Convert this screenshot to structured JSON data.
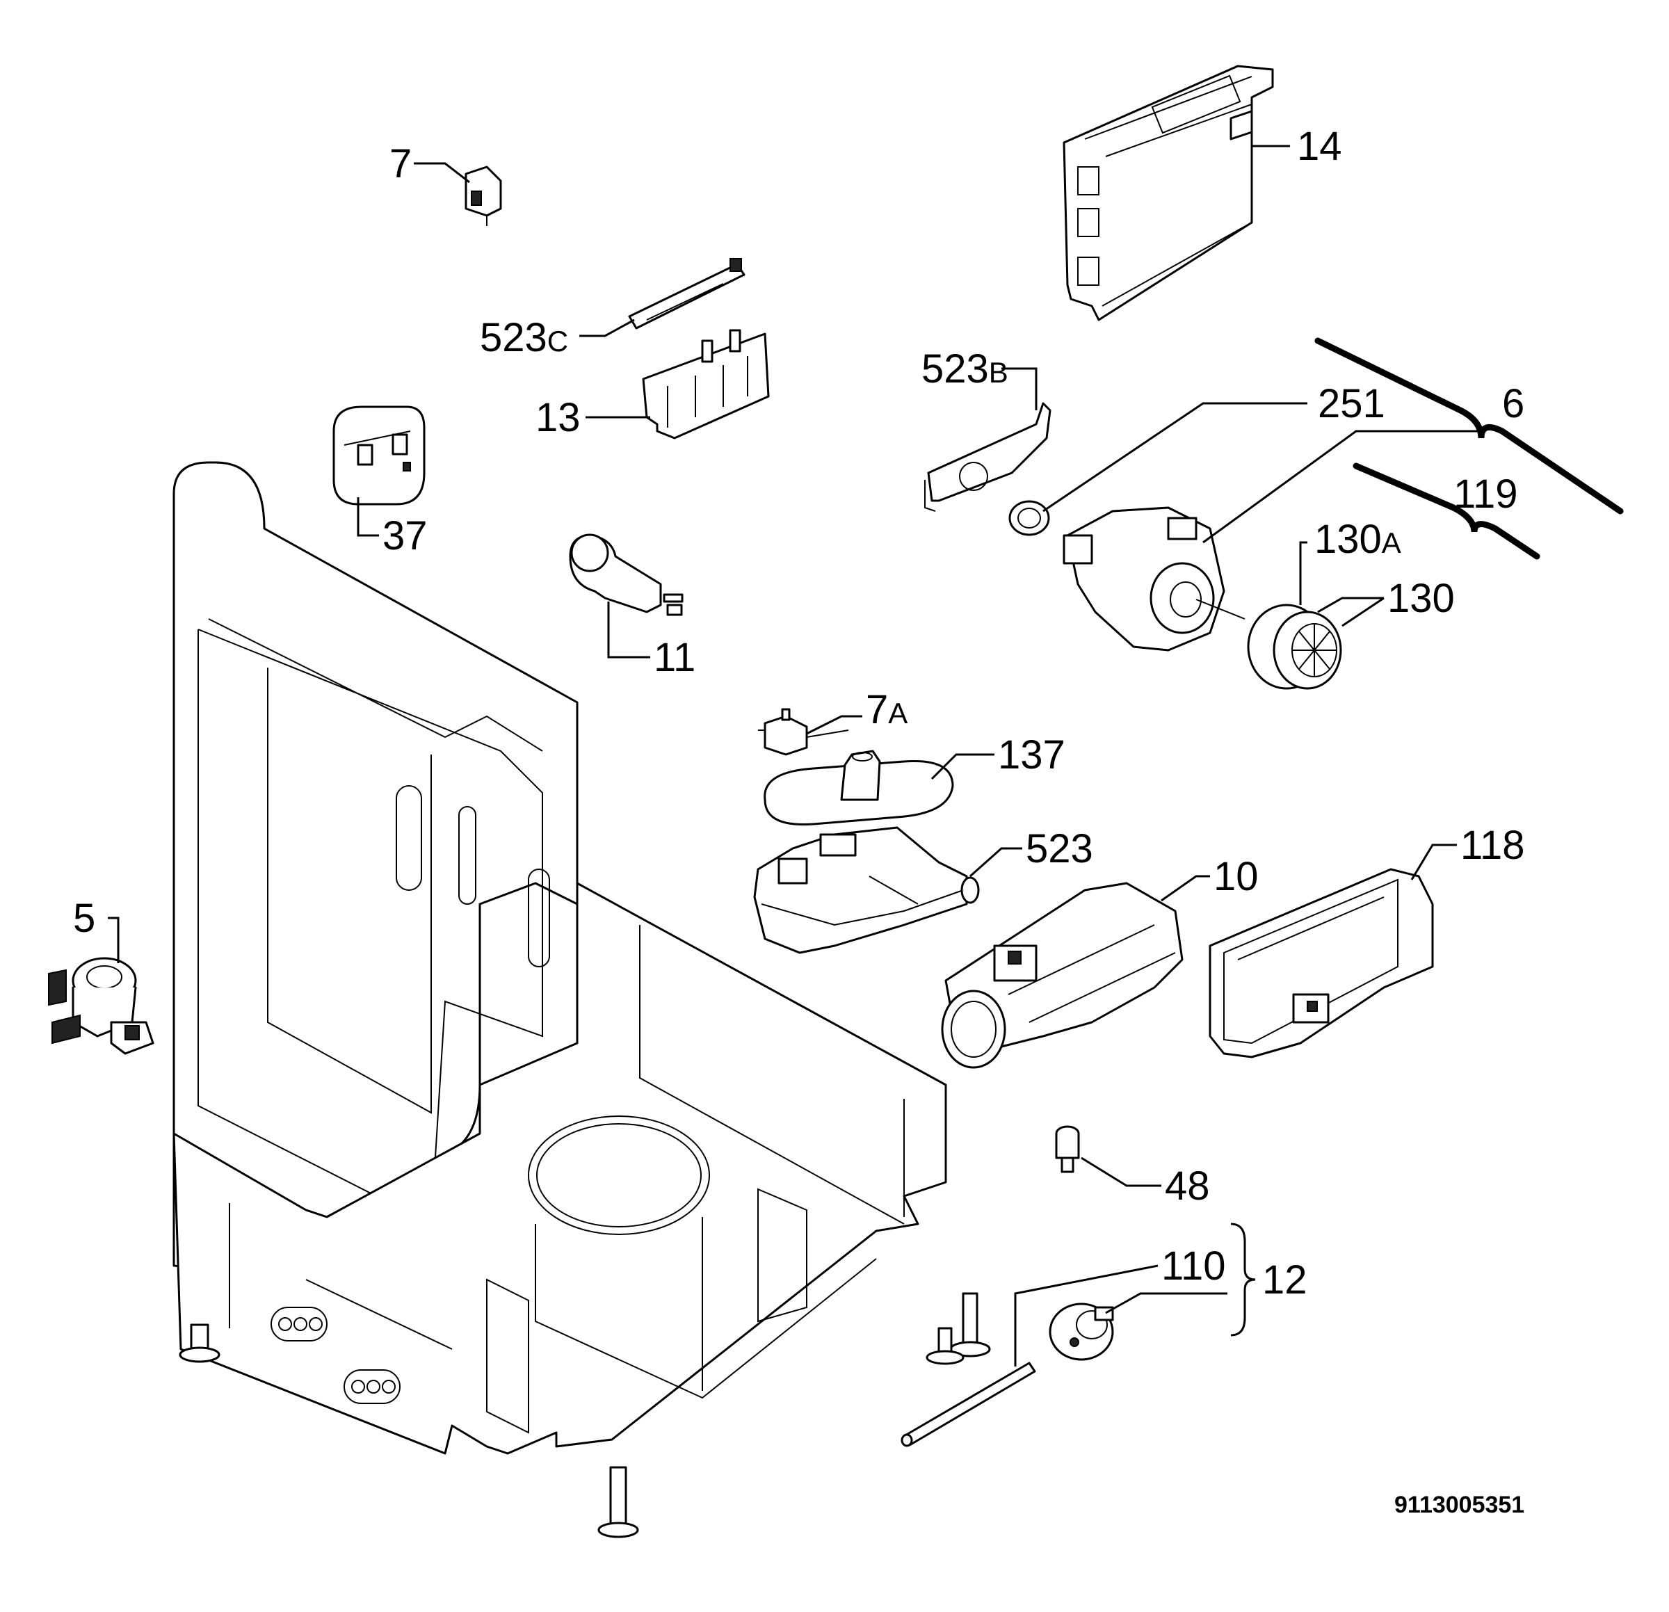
{
  "callouts": {
    "c7": "7",
    "c14": "14",
    "c523c_main": "523",
    "c523c_sub": "C",
    "c523b_main": "523",
    "c523b_sub": "B",
    "c13": "13",
    "c251": "251",
    "c6": "6",
    "c37": "37",
    "c119": "119",
    "c130a_main": "130",
    "c130a_sub": "A",
    "c130": "130",
    "c11": "11",
    "c7a_main": "7",
    "c7a_sub": "A",
    "c137": "137",
    "c523": "523",
    "c118": "118",
    "c10": "10",
    "c5": "5",
    "c48": "48",
    "c110": "110",
    "c12": "12"
  },
  "document_number": "9113005351"
}
